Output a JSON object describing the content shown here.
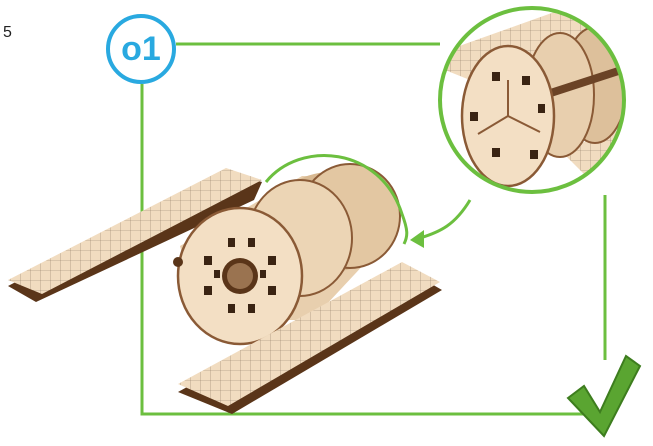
{
  "page_number": "5",
  "step": {
    "label": "o1"
  },
  "colors": {
    "connector": "#6cbf3f",
    "badge": "#29a9e0",
    "wood_light": "#f1dcc0",
    "wood_mid": "#dcbf9c",
    "wood_edge": "#8a5a36",
    "checkmark": "#5aa531"
  },
  "icons": {
    "step_badge": "circle-badge",
    "arrow": "arrow-left-icon",
    "check": "checkmark-icon"
  }
}
